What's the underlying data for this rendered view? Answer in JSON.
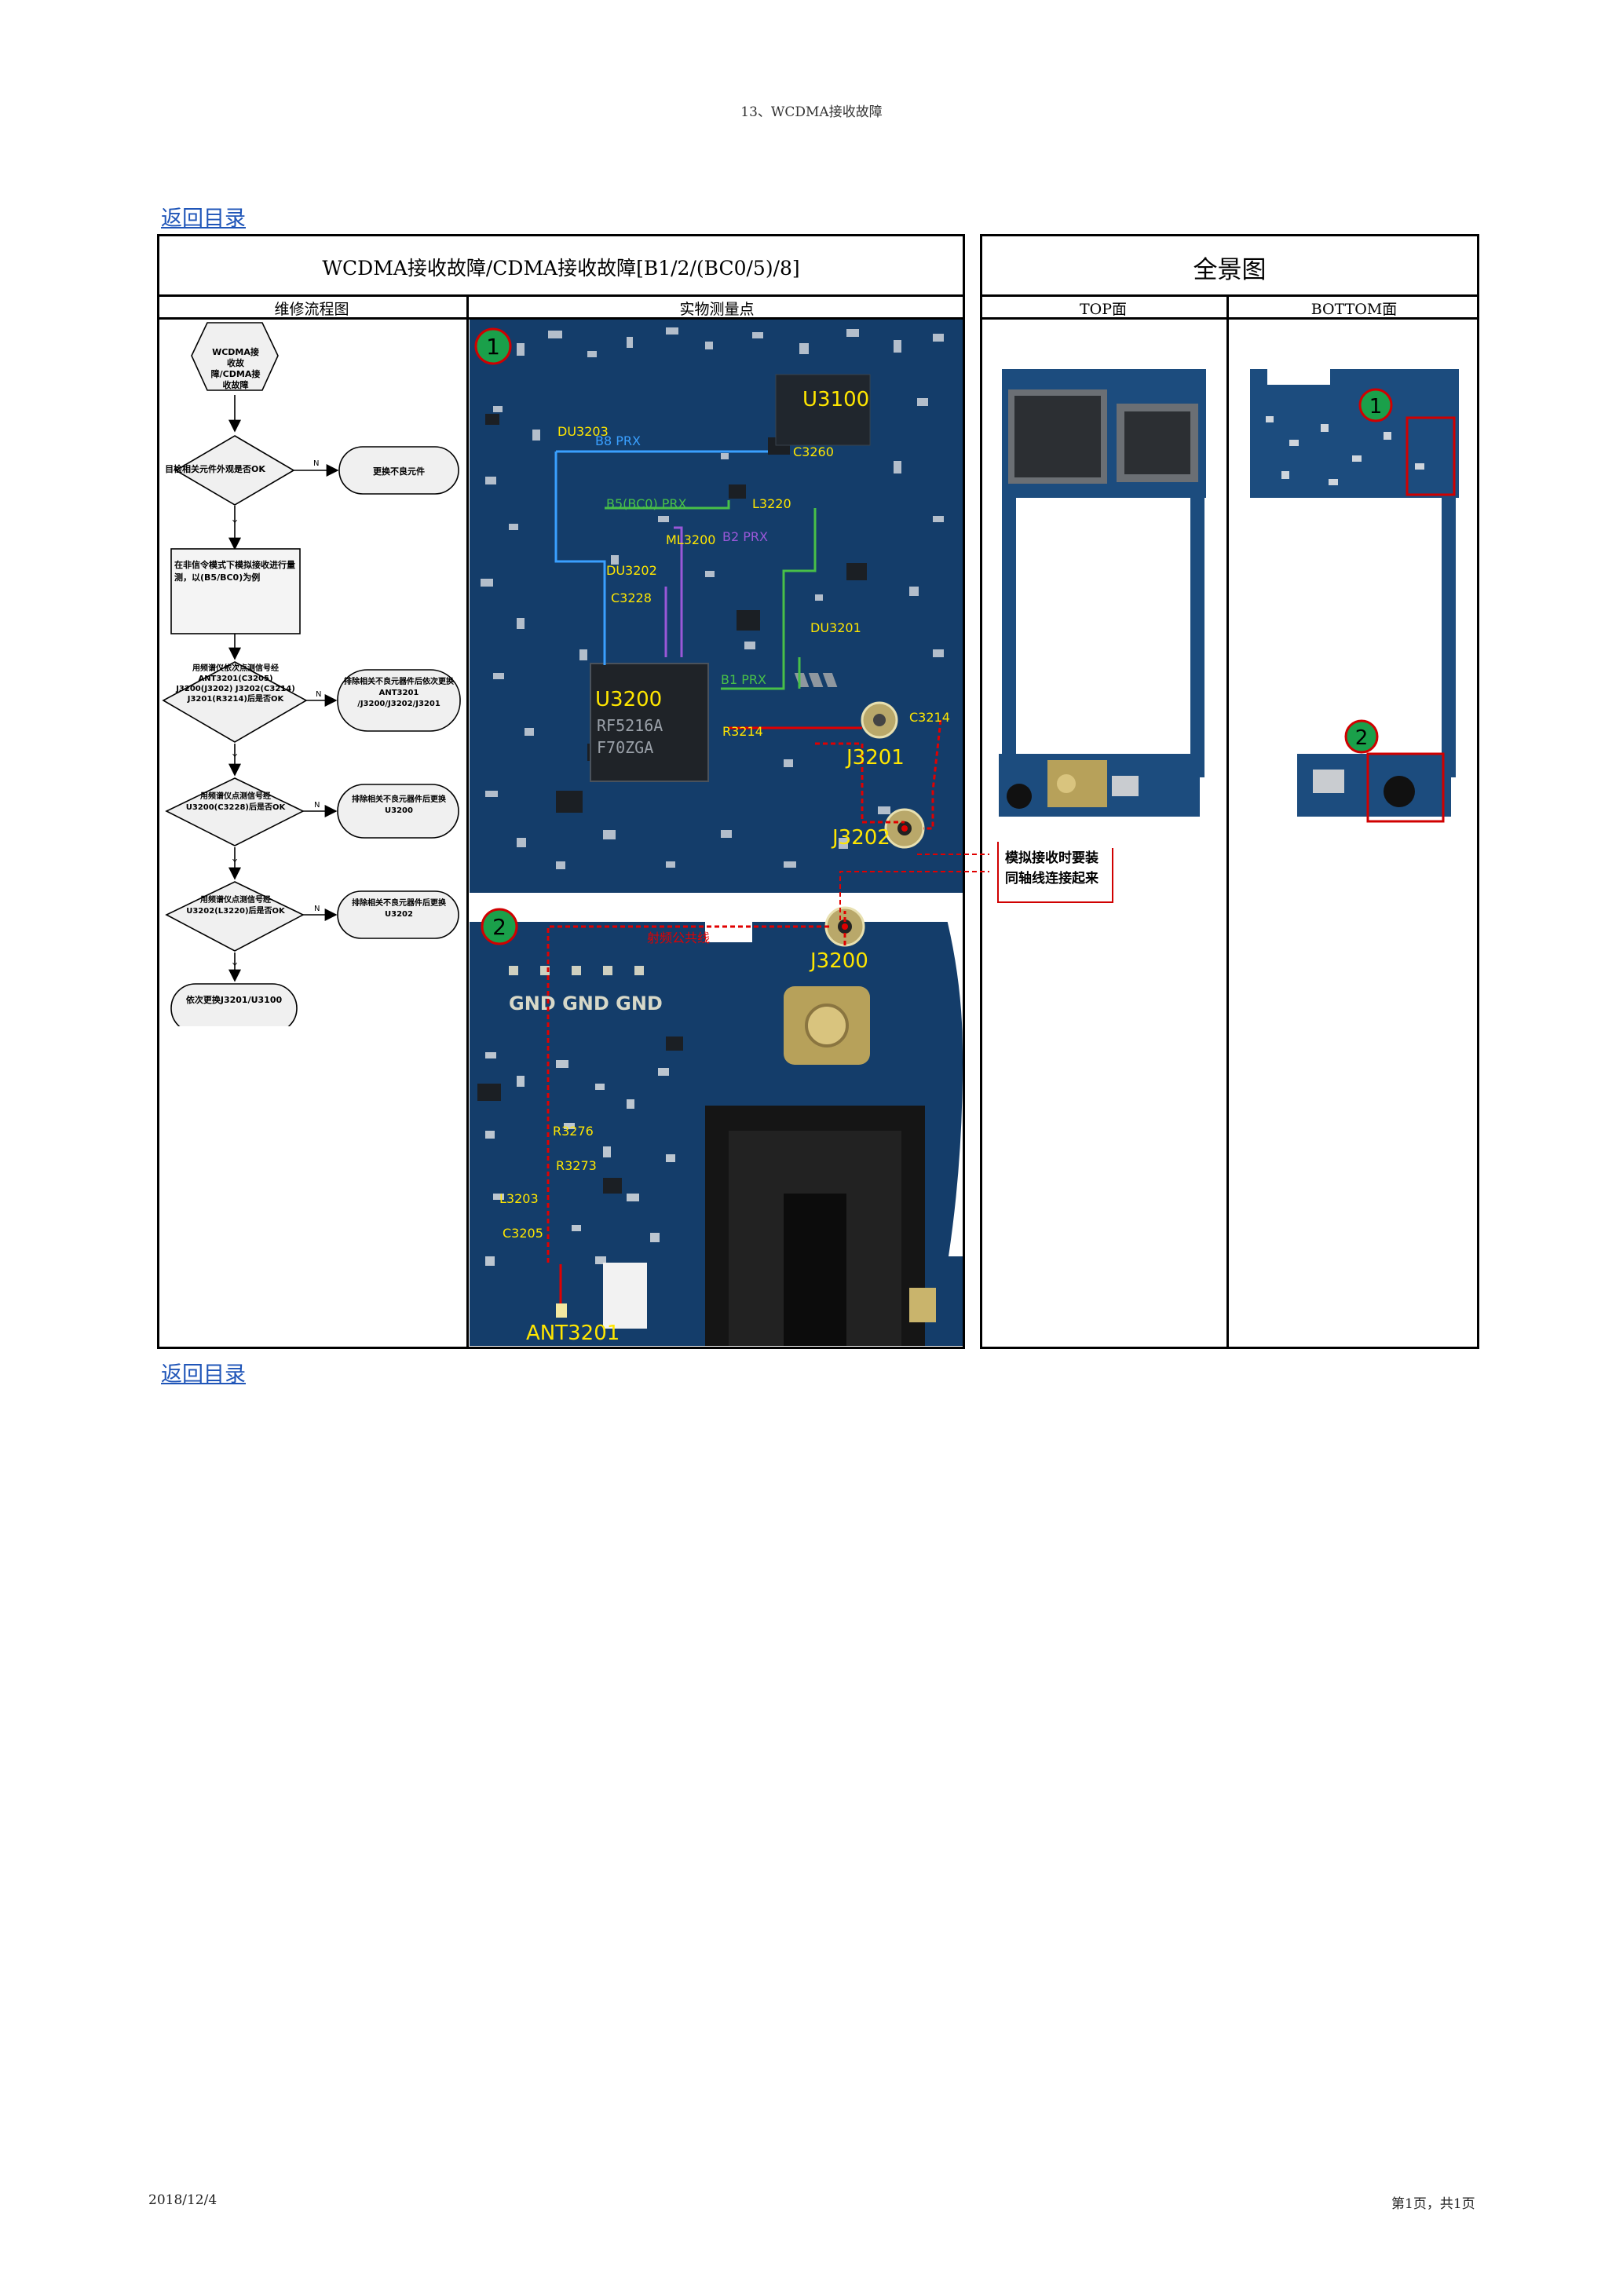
{
  "page": {
    "header": "13、WCDMA接收故障",
    "back_link_top": "返回目录",
    "back_link_bottom": "返回目录",
    "footer_date": "2018/12/4",
    "footer_page": "第1页，共1页"
  },
  "table": {
    "main_title": "WCDMA接收故障/CDMA接收故障[B1/2/(BC0/5)/8]",
    "overview_title": "全景图",
    "col_flowchart": "维修流程图",
    "col_measure": "实物测量点",
    "col_top": "TOP面",
    "col_bottom": "BOTTOM面"
  },
  "flowchart": {
    "start": "WCDMA接收故障/CDMA接收故障",
    "d1": "目检相关元件外观是否OK",
    "r1": "更换不良元件",
    "step2": "在非信令模式下模拟接收进行量测，以(B5/BC0)为例",
    "d2": "用频谱仪依次点测信号经ANT3201(C3205) J3200(J3202) J3202(C3214) J3201(R3214)后是否OK",
    "r2": "排除相关不良元器件后依次更换ANT3201 /J3200/J3202/J3201",
    "d3": "用频谱仪点测信号经U3200(C3228)后是否OK",
    "r3": "排除相关不良元器件后更换U3200",
    "d4": "用频谱仪点测信号经U3202(L3220)后是否OK",
    "r4": "排除相关不良元器件后更换U3202",
    "end": "依次更换J3201/U3100",
    "yes": "Y",
    "no": "N"
  },
  "photo1": {
    "marker": "1",
    "labels": {
      "du3203": "DU3203",
      "b8prx": "B8 PRX",
      "u3100": "U3100",
      "c3260": "C3260",
      "b5bc0prx": "B5(BC0) PRX",
      "l3220": "L3220",
      "du3202": "DU3202",
      "ml3200": "ML3200",
      "b2prx": "B2 PRX",
      "c3228": "C3228",
      "du3201": "DU3201",
      "b1prx": "B1 PRX",
      "u3200": "U3200",
      "chip_line1": "RF5216A",
      "chip_line2": "F70ZGA",
      "r3214": "R3214",
      "c3214": "C3214",
      "j3201": "J3201",
      "j3202": "J3202"
    }
  },
  "photo2": {
    "marker": "2",
    "labels": {
      "j3200": "J3200",
      "rf_line": "射频公共线",
      "gnd": "GND GND GND",
      "r3276": "R3276",
      "r3273": "R3273",
      "l3203": "L3203",
      "c3205": "C3205",
      "ant3201": "ANT3201"
    }
  },
  "callout": {
    "text": "模拟接收时要装同轴线连接起来"
  },
  "overview": {
    "marker1": "1",
    "marker2": "2"
  },
  "colors": {
    "pcb": "#123a66",
    "label": "#ffe600",
    "marker": "#1aa04a",
    "trace_red": "#e00000",
    "trace_blue": "#3aa0ff",
    "trace_green": "#48c048",
    "trace_purple": "#9a58d8"
  }
}
